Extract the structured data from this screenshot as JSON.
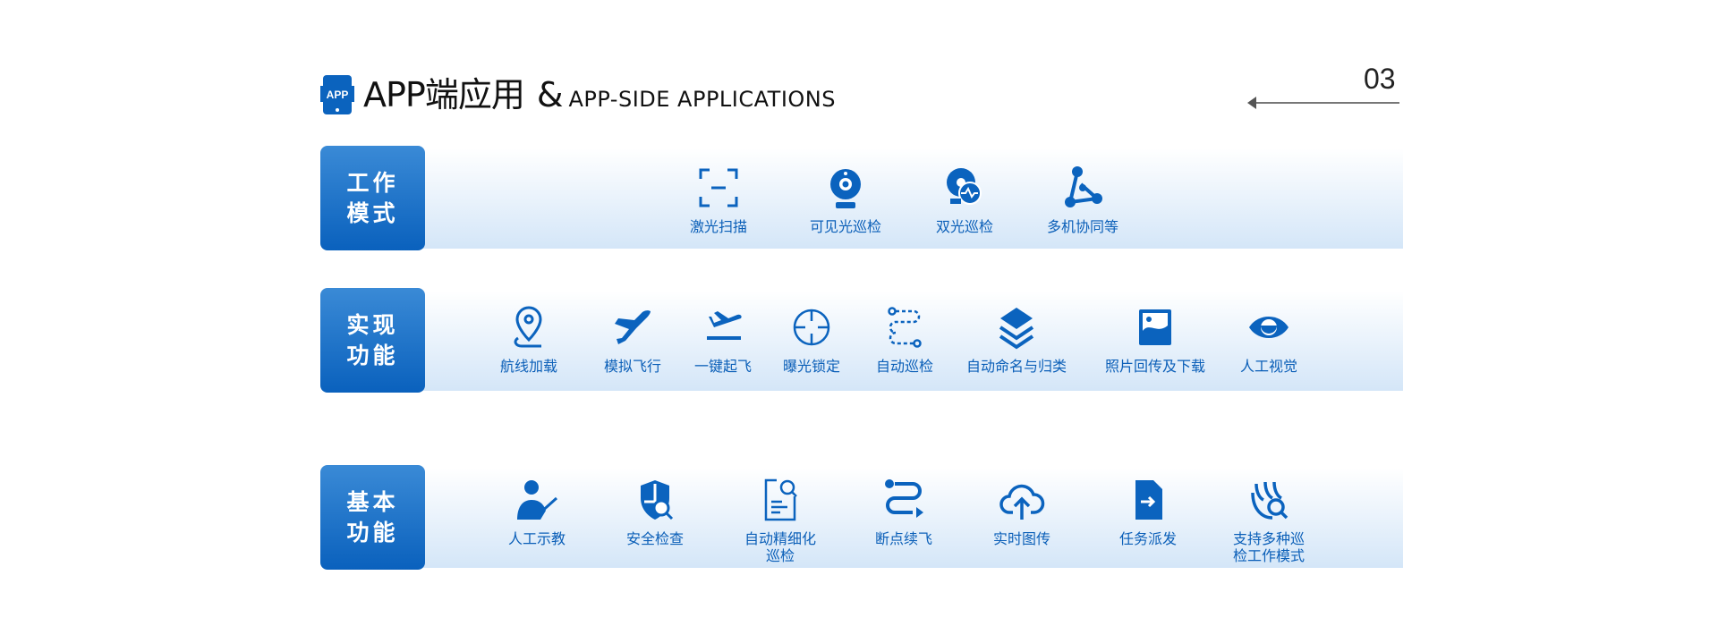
{
  "header": {
    "title": "APP端应用",
    "amp": "&",
    "subtitle": "APP-SIDE APPLICATIONS",
    "page_number": "03",
    "icon_text": "APP"
  },
  "colors": {
    "accent": "#0b63be",
    "band": "#d4e6f8"
  },
  "sections": [
    {
      "label": "工作\n模式",
      "items": [
        {
          "label": "激光扫描",
          "icon": "scan-icon"
        },
        {
          "label": "可见光巡检",
          "icon": "camera-icon"
        },
        {
          "label": "双光巡检",
          "icon": "dual-camera-icon"
        },
        {
          "label": "多机协同等",
          "icon": "network-icon"
        }
      ]
    },
    {
      "label": "实现\n功能",
      "items": [
        {
          "label": "航线加载",
          "icon": "location-pin-icon"
        },
        {
          "label": "模拟飞行",
          "icon": "plane-icon"
        },
        {
          "label": "一键起飞",
          "icon": "takeoff-icon"
        },
        {
          "label": "曝光锁定",
          "icon": "crosshair-icon"
        },
        {
          "label": "自动巡检",
          "icon": "route-icon"
        },
        {
          "label": "自动命名与归类",
          "icon": "layers-icon"
        },
        {
          "label": "照片回传及下载",
          "icon": "photo-icon"
        },
        {
          "label": "人工视觉",
          "icon": "eye-icon"
        }
      ]
    },
    {
      "label": "基本\n功能",
      "items": [
        {
          "label": "人工示教",
          "icon": "teacher-icon"
        },
        {
          "label": "安全检查",
          "icon": "shield-search-icon"
        },
        {
          "label": "自动精细化\n巡检",
          "icon": "document-search-icon"
        },
        {
          "label": "断点续飞",
          "icon": "resume-route-icon"
        },
        {
          "label": "实时图传",
          "icon": "cloud-upload-icon"
        },
        {
          "label": "任务派发",
          "icon": "file-send-icon"
        },
        {
          "label": "支持多种巡\n检工作模式",
          "icon": "patrol-modes-icon"
        }
      ]
    }
  ]
}
